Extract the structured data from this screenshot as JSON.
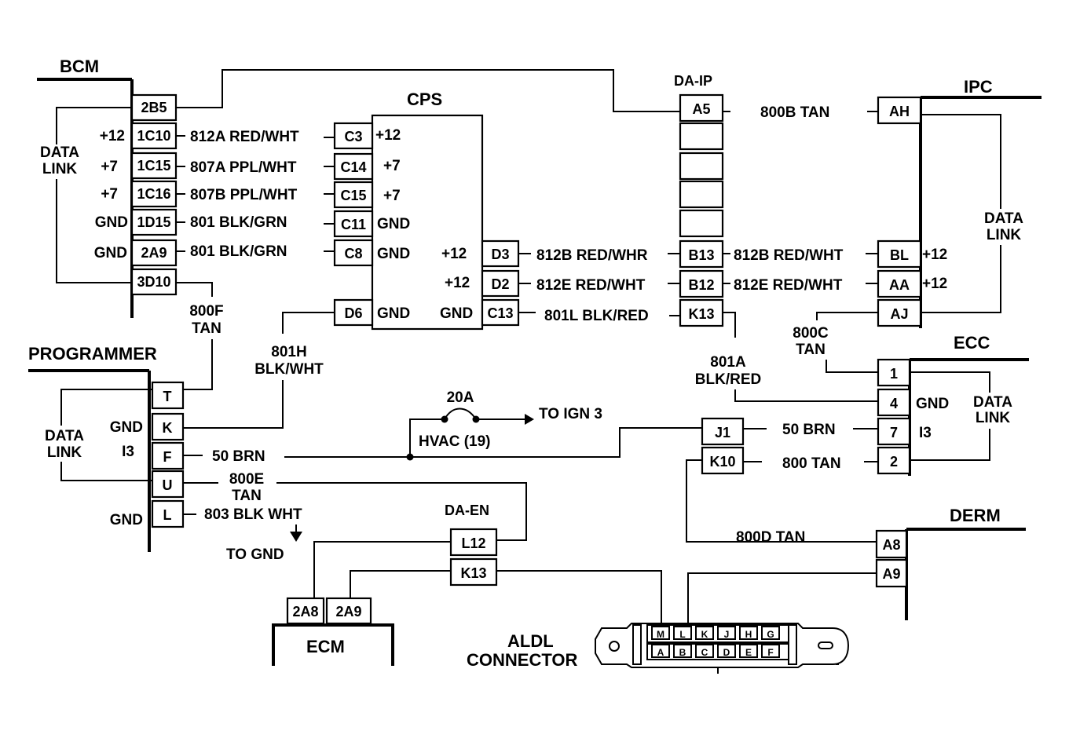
{
  "components": {
    "bcm": "BCM",
    "cps": "CPS",
    "da_ip": "DA-IP",
    "ipc": "IPC",
    "ecc": "ECC",
    "programmer": "PROGRAMMER",
    "da_en": "DA-EN",
    "derm": "DERM",
    "ecm": "ECM",
    "aldl_line1": "ALDL",
    "aldl_line2": "CONNECTOR"
  },
  "bcm": {
    "pins": [
      "2B5",
      "1C10",
      "1C15",
      "1C16",
      "1D15",
      "2A9",
      "3D10"
    ],
    "side_labels": [
      "+12",
      "+7",
      "+7",
      "GND",
      "GND"
    ],
    "data_link": [
      "DATA",
      "LINK"
    ]
  },
  "bcm_wires": [
    "812A RED/WHT",
    "807A PPL/WHT",
    "807B PPL/WHT",
    "801 BLK/GRN",
    "801 BLK/GRN"
  ],
  "cps": {
    "left_pins": [
      "C3",
      "C14",
      "C15",
      "C11",
      "C8",
      "D6"
    ],
    "left_labels": [
      "+12",
      "+7",
      "+7",
      "GND",
      "GND",
      "GND"
    ],
    "right_pins": [
      "D3",
      "D2",
      "C13"
    ],
    "right_labels": [
      "+12",
      "+12",
      "GND"
    ]
  },
  "cps_right_wires": [
    "812B RED/WHR",
    "812E RED/WHT",
    "801L BLK/RED"
  ],
  "da_ip": {
    "pins": [
      "A5",
      "B13",
      "B12",
      "K13"
    ]
  },
  "da_ip_wires": [
    "812B RED/WHT",
    "812E RED/WHT"
  ],
  "ipc": {
    "pins": [
      "AH",
      "BL",
      "AA",
      "AJ"
    ],
    "side_labels": [
      "+12",
      "+12"
    ],
    "data_link": [
      "DATA",
      "LINK"
    ]
  },
  "wire_800b": "800B TAN",
  "wire_800f": [
    "800F",
    "TAN"
  ],
  "wire_801h": [
    "801H",
    "BLK/WHT"
  ],
  "wire_801a": [
    "801A",
    "BLK/RED"
  ],
  "wire_800c": [
    "800C",
    "TAN"
  ],
  "programmer": {
    "pins": [
      "T",
      "K",
      "F",
      "U",
      "L"
    ],
    "side_labels": [
      "GND",
      "I3",
      "GND"
    ],
    "data_link": [
      "DATA",
      "LINK"
    ]
  },
  "wire_50brn_left": "50 BRN",
  "wire_800e": [
    "800E",
    "TAN"
  ],
  "wire_803": "803 BLK WHT",
  "to_gnd": "TO GND",
  "fuse": {
    "rating": "20A",
    "name": "HVAC (19)",
    "to": "TO IGN 3"
  },
  "junction_pins": [
    "J1",
    "K10"
  ],
  "ecc": {
    "pins": [
      "1",
      "4",
      "7",
      "2"
    ],
    "side_labels": [
      "GND",
      "I3"
    ],
    "data_link": [
      "DATA",
      "LINK"
    ]
  },
  "wire_50brn_right": "50 BRN",
  "wire_800tan": "800 TAN",
  "da_en": {
    "pins": [
      "L12",
      "K13"
    ]
  },
  "derm": {
    "pins": [
      "A8",
      "A9"
    ]
  },
  "wire_800d": "800D TAN",
  "ecm_pins": [
    "2A8",
    "2A9"
  ],
  "aldl": {
    "top_row": [
      "M",
      "L",
      "K",
      "J",
      "H",
      "G"
    ],
    "bottom_row": [
      "A",
      "B",
      "C",
      "D",
      "E",
      "F"
    ]
  }
}
